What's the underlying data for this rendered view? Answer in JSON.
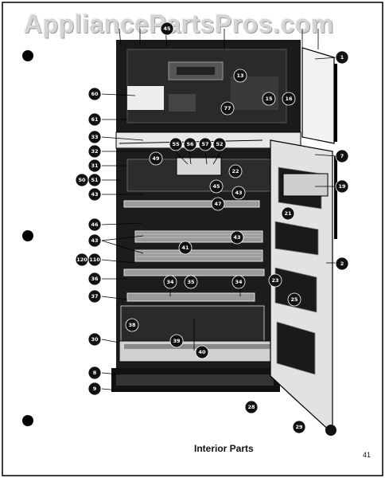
{
  "watermark": "AppliancePartsPros.com",
  "caption": "Interior Parts",
  "page_number": "41",
  "callouts": [
    "1",
    "2",
    "7",
    "8",
    "9",
    "13",
    "15",
    "16",
    "19",
    "21",
    "22",
    "23",
    "25",
    "28",
    "29",
    "30",
    "31",
    "32",
    "33",
    "34",
    "35",
    "36",
    "37",
    "38",
    "39",
    "40",
    "41",
    "43",
    "45",
    "46",
    "47",
    "49",
    "50",
    "51",
    "52",
    "55",
    "56",
    "57",
    "60",
    "61",
    "77",
    "120",
    "110"
  ]
}
